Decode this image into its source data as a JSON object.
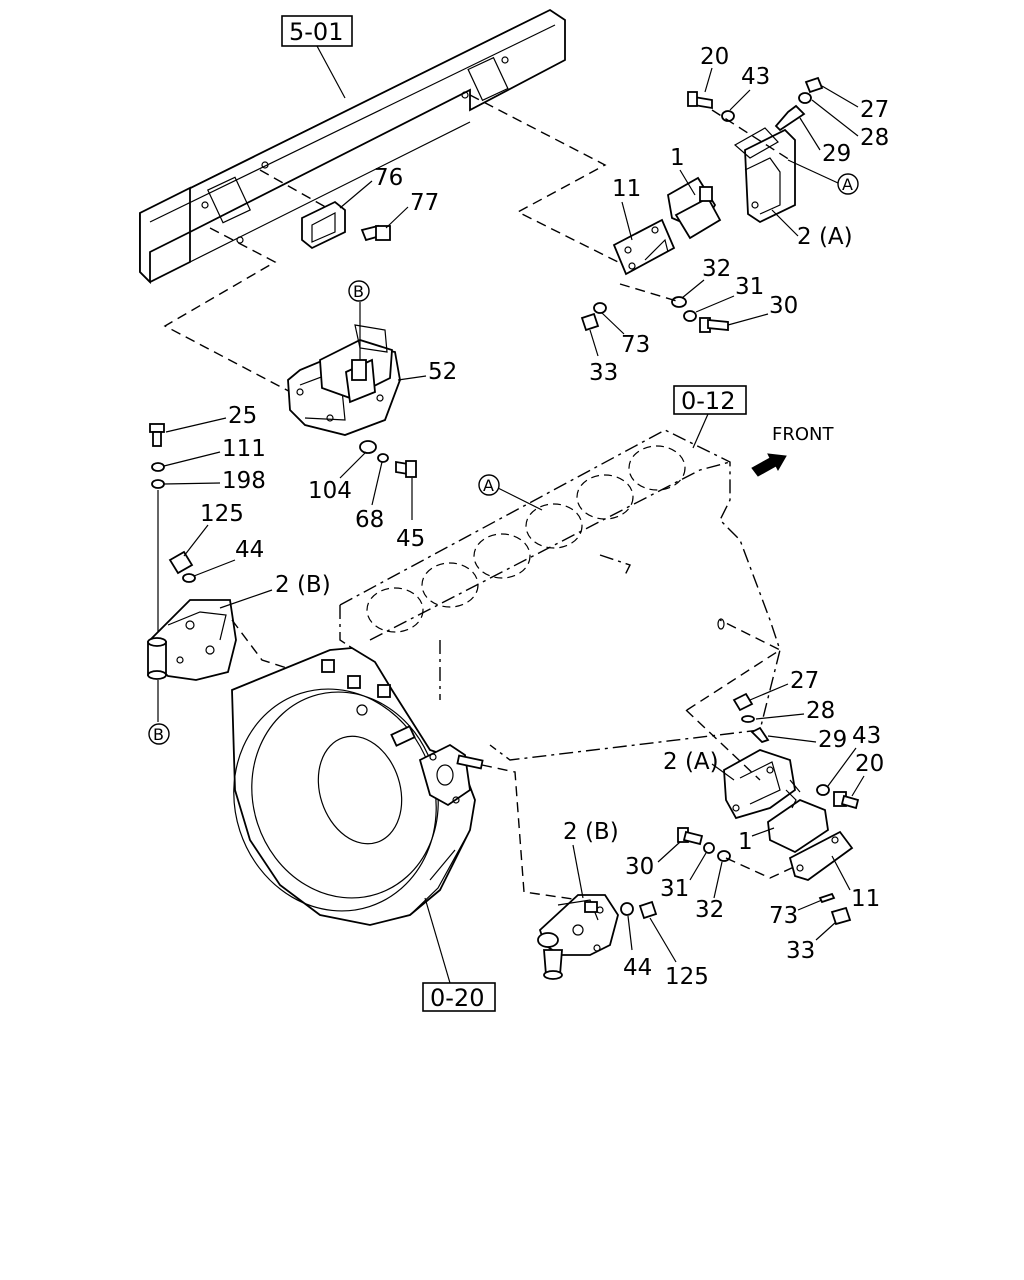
{
  "refs": {
    "frame": "5-01",
    "block": "0-12",
    "flywheel_housing": "0-20"
  },
  "front_label": "FRONT",
  "circles": {
    "a": "A",
    "b": "B"
  },
  "callouts": {
    "c20_top": "20",
    "c43_top": "43",
    "c27_top": "27",
    "c28_top": "28",
    "c29_top": "29",
    "c1_top": "1",
    "c11_top": "11",
    "c2a_top": "2 (A)",
    "c32_top": "32",
    "c31_top": "31",
    "c30_top": "30",
    "c73_top": "73",
    "c33_top": "33",
    "c76": "76",
    "c77": "77",
    "c52": "52",
    "c25": "25",
    "c111": "111",
    "c198": "198",
    "c125_left": "125",
    "c44_left": "44",
    "c2b_left": "2 (B)",
    "c104": "104",
    "c68": "68",
    "c45": "45",
    "c27_bot": "27",
    "c28_bot": "28",
    "c29_bot": "29",
    "c43_bot": "43",
    "c20_bot": "20",
    "c2a_bot": "2 (A)",
    "c1_bot": "1",
    "c30_bot": "30",
    "c31_bot": "31",
    "c32_bot": "32",
    "c73_bot": "73",
    "c11_bot": "11",
    "c33_bot": "33",
    "c2b_bot": "2 (B)",
    "c44_bot": "44",
    "c125_bot": "125"
  }
}
